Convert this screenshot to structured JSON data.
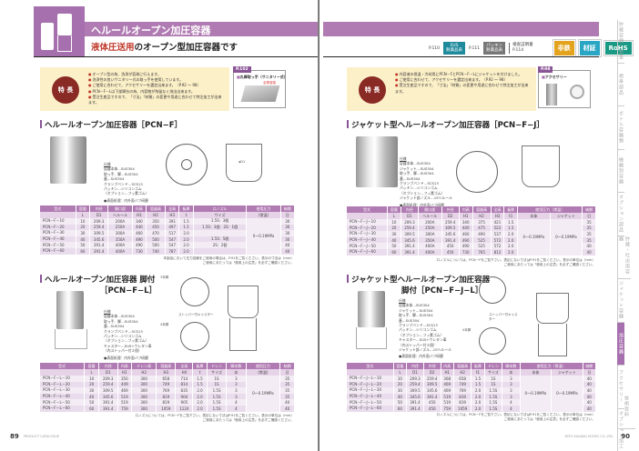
{
  "left_page": {
    "header": {
      "title": "ヘルールオープン加圧容器",
      "subtitle_highlight": "液体圧送用",
      "subtitle_rest": "のオープン型加圧容器です"
    },
    "features": {
      "badge": "特 長",
      "items": [
        "オープン型の為、洗浄が容易に行えます。",
        "洗浄性の良いサニタリー式の取っ手を使用しています。",
        "ご使用に合わせて、アクセサリーを選定出来ます。（P.92 ～ 98）",
        "PCN－F－Lは下部脚台の為、内容物が残留なく排出出来ます。",
        "受注生産品ですので、「寸法」「材質」の変更や用途に合わせて特注加工が出来ます。"
      ]
    },
    "ref_box": {
      "tag": "P.102",
      "label": "丸棒取っ手（サニタリー式）",
      "annotation": "全周溶接"
    },
    "section1": {
      "title": "ヘルールオープン加圧容器［PCN−F］",
      "spec_title": "仕様",
      "spec_lines": [
        "容器本体…SUS304",
        "取っ手、脚…SUS304",
        "蓋…SUS304",
        "クランプバンド…SCS13",
        "パッキン…シリコンゴム",
        "（オプション…フッ素ゴム）"
      ],
      "finish": "表面処理：内外面バフ研磨",
      "dims": [
        "W",
        "φD1",
        "H1",
        "H2",
        "H3",
        "t"
      ],
      "table": {
        "headers": [
          "型式",
          "容量",
          "内径",
          "開口部",
          "内高",
          "容器高",
          "全高",
          "板厚",
          "口ノズル",
          "使用圧力",
          "納期"
        ],
        "subheaders": [
          "",
          "L",
          "D1",
          "ヘルール",
          "H1",
          "H2",
          "H3",
          "t",
          "サイズ",
          "(常温)",
          "日"
        ],
        "rows": [
          [
            "PCN－F－10",
            "10",
            "209.3",
            "200A",
            "340",
            "350",
            "391",
            "1.5",
            "1.5S：3個",
            "",
            "30"
          ],
          [
            "PCN－F－20",
            "20",
            "259.4",
            "250A",
            "440",
            "450",
            "497",
            "1.5",
            "1.5S：3個　2S：1個",
            "",
            "30"
          ],
          [
            "PCN－F－30",
            "30",
            "309.5",
            "300A",
            "460",
            "470",
            "517",
            "2.0",
            "",
            "",
            "30"
          ],
          [
            "PCN－F－40",
            "40",
            "345.6",
            "350A",
            "490",
            "500",
            "547",
            "2.0",
            "1.5S：5個",
            "",
            "30"
          ],
          [
            "PCN－F－50",
            "50",
            "391.4",
            "400A",
            "490",
            "500",
            "547",
            "2.0",
            "2S：2個",
            "",
            "40"
          ],
          [
            "PCN－F－60",
            "60",
            "391.4",
            "400A",
            "730",
            "740",
            "787",
            "2.0",
            "",
            "",
            "40"
          ]
        ],
        "pressure_merged": "0～0.19MPa"
      },
      "note": [
        "本製品において圧力容器をご使用の場合は、P.91をご覧ください。表示の寸法は（mm）",
        "ご使用にあたっては「使用上の注意」を必ずご確認ください。"
      ]
    },
    "section2": {
      "title_line1": "ヘルールオープン加圧容器 脚付",
      "title_line2": "［PCN−F−L］",
      "spec_title": "仕様",
      "spec_lines": [
        "容器本体…SUS304",
        "取っ手、脚…SUS304",
        "蓋…SUS304",
        "クランプバンド…SCS13",
        "パッキン…シリコンゴム",
        "（オプション…フッ素ゴム）",
        "キャスター…SUS+ウレタン車",
        "（内ストッパー付２個）"
      ],
      "finish": "表面処理：内外面バフ研磨",
      "leg_labels": [
        "3本脚",
        "4本脚"
      ],
      "caster_label": "ストッパー付キャスター",
      "table": {
        "headers": [
          "型式",
          "容量",
          "内径",
          "内高",
          "ドレン高",
          "容器高",
          "全高",
          "板厚",
          "ドレン",
          "脚本数",
          "使用圧力",
          "納期"
        ],
        "subheaders": [
          "",
          "L",
          "D1",
          "H1",
          "H2",
          "H3",
          "H4",
          "t",
          "サイズ",
          "本",
          "(常温)",
          "日"
        ],
        "rows": [
          [
            "PCN－F－L－10",
            "10",
            "209.3",
            "350",
            "300",
            "658",
            "714",
            "1.5",
            "1S",
            "3",
            "",
            "35"
          ],
          [
            "PCN－F－L－20",
            "20",
            "259.4",
            "449",
            "300",
            "749",
            "814",
            "1.5",
            "1S",
            "3",
            "",
            "35"
          ],
          [
            "PCN－F－L－30",
            "30",
            "309.5",
            "469",
            "300",
            "769",
            "835",
            "2.0",
            "1.5S",
            "3",
            "",
            "35"
          ],
          [
            "PCN－F－L－40",
            "40",
            "345.6",
            "519",
            "300",
            "819",
            "904",
            "2.0",
            "1.5S",
            "3",
            "",
            "35"
          ],
          [
            "PCN－F－L－50",
            "50",
            "391.4",
            "519",
            "300",
            "819",
            "905",
            "2.0",
            "1.5S",
            "4",
            "",
            "40"
          ],
          [
            "PCN－F－L－60",
            "60",
            "391.4",
            "759",
            "300",
            "1059",
            "1124",
            "2.0",
            "1.5S",
            "4",
            "",
            "40"
          ]
        ],
        "pressure_merged": "0～0.19MPa"
      },
      "note": [
        "口ノズルについては、PCN－Fをご覧下さい。表記にない寸法はP.91をご覧ください。表示の単位は（mm）",
        "ご使用にあたっては「使用上の注意」を必ずご確認ください。"
      ]
    },
    "footer": {
      "page_num": "89",
      "text": "PRODUCT CATALOGUE"
    }
  },
  "right_page": {
    "badges": {
      "sus_ref": "P.110",
      "sus_label_1": "SUS",
      "sus_label_2": "耐薬品表",
      "pk_ref": "P.111",
      "pk_label_1": "パッキン",
      "pk_label_2": "耐薬品表",
      "cert_label": "検査証明書",
      "cert_ref": "P.114",
      "nonferrous": "非鉄",
      "material": "材証",
      "rohs": "RoHS"
    },
    "features": {
      "badge": "特 長",
      "items": [
        "内容液の保温・冷却用にPCN－FとPCN－F－Lにジャケットを付けました。",
        "ご使用に合わせて、アクセサリーを選定出来ます。（P.92 ～ 98）",
        "受注生産品ですので、「寸法」「材質」の変更や用途に合わせて特注加工が出来ます。"
      ]
    },
    "ref_box": {
      "tag": "P.98",
      "label": "アクセサリー"
    },
    "section1": {
      "title": "ジャケット型ヘルールオープン加圧容器［PCN−F−J］",
      "spec_title": "仕様",
      "spec_lines": [
        "容器本体…SUS304",
        "ジャケット…SUS304",
        "取っ手、脚…SUS304",
        "蓋…SUS304",
        "クランプバンド…SCS13",
        "パッキン…シリコンゴム",
        "（オプション…フッ素ゴム）",
        "ジャケット部ノズル…1Sヘルール"
      ],
      "finish": "表面処理：内外面バフ研磨",
      "table": {
        "headers": [
          "型式",
          "容量",
          "内径",
          "開口部",
          "外径",
          "内高",
          "容器高",
          "全高",
          "板厚",
          "使用圧力（常温）",
          "",
          "納期"
        ],
        "subheaders": [
          "",
          "L",
          "D1",
          "ヘルール",
          "D2",
          "H1",
          "H2",
          "H3",
          "t1",
          "本体",
          "ジャケット",
          "日"
        ],
        "rows": [
          [
            "PCN－F－J－10",
            "10",
            "209.3",
            "200A",
            "259.4",
            "340",
            "375",
            "421",
            "1.5",
            "",
            "",
            "35"
          ],
          [
            "PCN－F－J－20",
            "20",
            "259.4",
            "250A",
            "309.5",
            "440",
            "475",
            "522",
            "1.5",
            "",
            "",
            "35"
          ],
          [
            "PCN－F－J－30",
            "30",
            "309.5",
            "300A",
            "345.6",
            "460",
            "490",
            "537",
            "2.0",
            "",
            "",
            "35"
          ],
          [
            "PCN－F－J－40",
            "40",
            "345.6",
            "350A",
            "391.4",
            "490",
            "525",
            "572",
            "2.0",
            "",
            "",
            "35"
          ],
          [
            "PCN－F－J－50",
            "50",
            "391.4",
            "400A",
            "450",
            "490",
            "525",
            "572",
            "2.0",
            "",
            "",
            "40"
          ],
          [
            "PCN－F－J－60",
            "60",
            "391.4",
            "400A",
            "450",
            "730",
            "765",
            "812",
            "2.0",
            "",
            "",
            "40"
          ]
        ],
        "pressure_body": "0～0.19MPa",
        "pressure_jacket": "0～0.19MPa"
      },
      "note": [
        "口ノズルについては、PCN－Fをご覧下さい。表記にない寸法はP.91をご覧ください。表示の単位は（mm）",
        "ご使用にあたっては「使用上の注意」を必ずご確認ください。"
      ]
    },
    "section2": {
      "title_line1": "ジャケット型ヘルールオープン加圧容器",
      "title_line2": "脚付［PCN−F−J−L］",
      "spec_title": "仕様",
      "spec_lines": [
        "容器本体…SUS304",
        "ジャケット…SUS304",
        "取っ手、脚…SUS304",
        "蓋…SUS304",
        "クランプバンド…SCS13",
        "パッキン…シリコンゴム",
        "（オプション…フッ素ゴム）",
        "キャスター…SUS+ウレタン車",
        "（内ストッパー付２個）",
        "ジャケット部ノズル…1Sヘルール"
      ],
      "finish": "表面処理：内外面バフ研磨",
      "leg_labels": [
        "3本脚",
        "4本脚"
      ],
      "caster_label": "ストッパー付キャスター",
      "table": {
        "headers": [
          "型式",
          "容量",
          "内径",
          "外径",
          "内高",
          "容器高",
          "板厚",
          "ドレン",
          "脚本数",
          "使用圧力（常温）",
          "",
          "納期"
        ],
        "subheaders": [
          "",
          "L",
          "D1",
          "D2",
          "H1",
          "H2",
          "t1",
          "サイズ",
          "本",
          "本体",
          "ジャケット",
          "日"
        ],
        "rows": [
          [
            "PCN－F－J－L－10",
            "10",
            "209.3",
            "259.4",
            "368",
            "658",
            "1.5",
            "1S",
            "3",
            "",
            "",
            "40"
          ],
          [
            "PCN－F－J－L－20",
            "20",
            "259.4",
            "309.5",
            "469",
            "749",
            "1.5",
            "1S",
            "3",
            "",
            "",
            "40"
          ],
          [
            "PCN－F－J－L－30",
            "30",
            "309.5",
            "345.6",
            "469",
            "769",
            "2.0",
            "1.5S",
            "3",
            "",
            "",
            "40"
          ],
          [
            "PCN－F－J－L－40",
            "40",
            "345.6",
            "391.4",
            "519",
            "819",
            "2.0",
            "1.5S",
            "3",
            "",
            "",
            "40"
          ],
          [
            "PCN－F－J－L－50",
            "50",
            "391.4",
            "450",
            "519",
            "819",
            "2.0",
            "1.5S",
            "4",
            "",
            "",
            "40"
          ],
          [
            "PCN－F－J－L－60",
            "60",
            "391.4",
            "450",
            "759",
            "1059",
            "2.0",
            "1.5S",
            "4",
            "",
            "",
            "40"
          ]
        ],
        "pressure_body": "0～0.19MPa",
        "pressure_jacket": "0～0.19MPa"
      },
      "note": [
        "口ノズルについては、PCN－Fをご覧下さい。表記にない寸法はP.91をご覧ください。表示の単位は（mm）",
        "ご使用にあたっては「使用上の注意」を必ずご確認ください。"
      ]
    },
    "footer": {
      "page_num": "90",
      "text": "MITO KAGAKU KOGYO CO.,LTD."
    },
    "side_tabs": [
      {
        "label": "貯蔵容器・台車",
        "active": false
      },
      {
        "label": "標準部品",
        "active": false
      },
      {
        "label": "ボトル容器類",
        "active": false
      },
      {
        "label": "機器別容器",
        "active": false
      },
      {
        "label": "オプション部品",
        "active": false
      },
      {
        "label": "貯蔵・吐出用容器",
        "active": false
      },
      {
        "label": "ジャケット容器",
        "active": false
      },
      {
        "label": "加圧容器",
        "active": true
      },
      {
        "label": "アクセサリー",
        "active": false
      },
      {
        "label": "オプション加工",
        "active": false
      },
      {
        "label": "技術資料",
        "active": false
      }
    ]
  }
}
